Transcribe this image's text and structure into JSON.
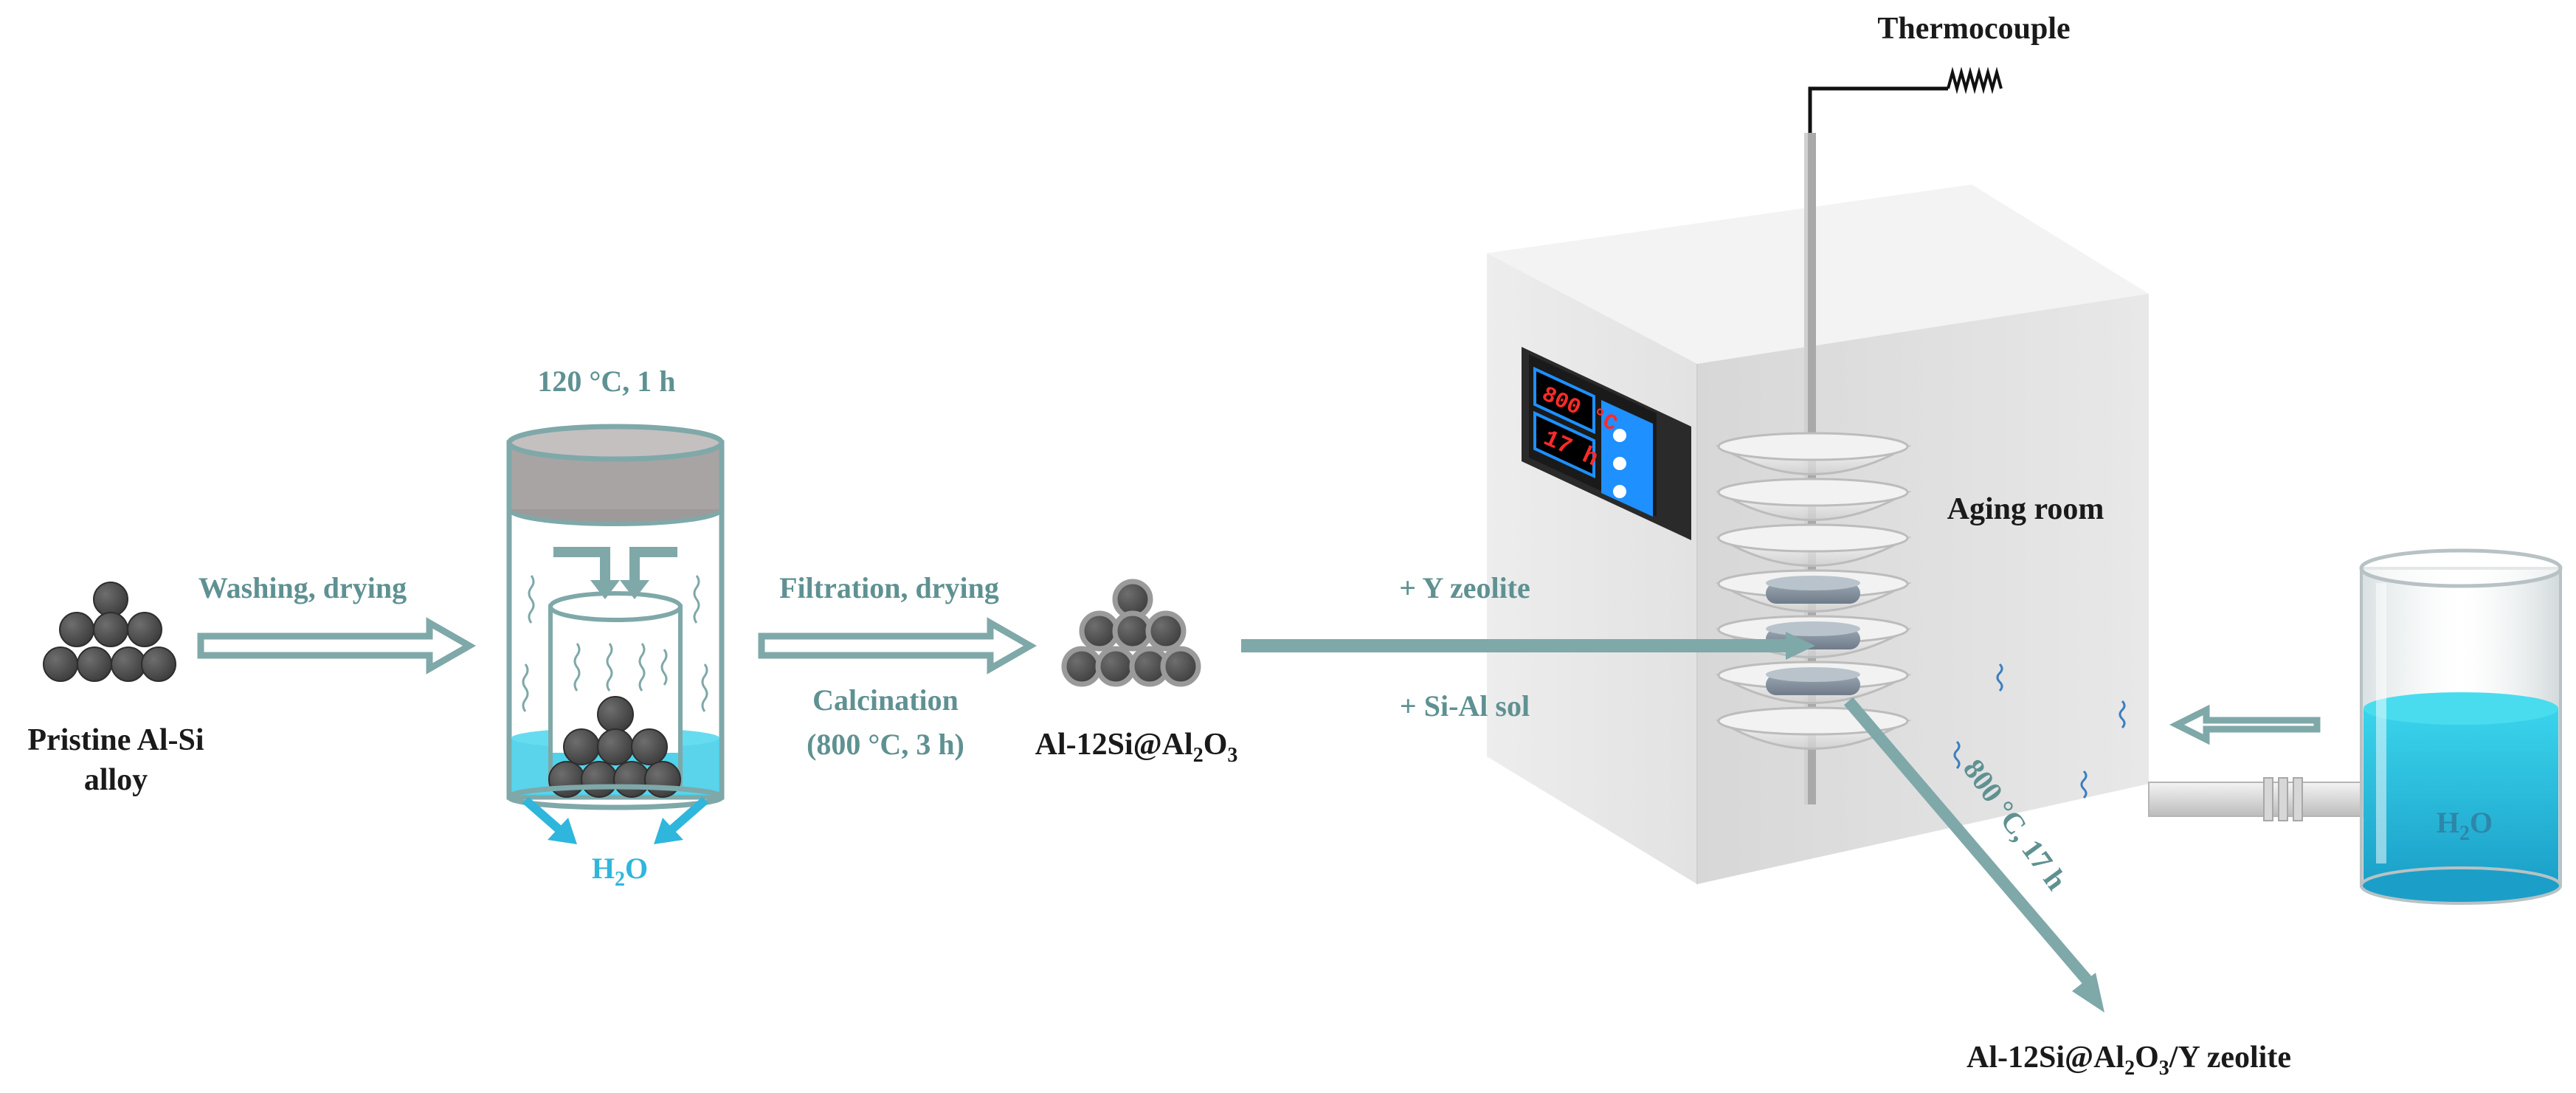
{
  "labels": {
    "pristine_line1": "Pristine Al-Si",
    "pristine_line2": "alloy",
    "washing": "Washing, drying",
    "temp_wash": "120 °C, 1 h",
    "h2o_drain_main": "H",
    "h2o_drain_sub": "2",
    "h2o_drain_tail": "O",
    "filtration": "Filtration, drying",
    "calcination": "Calcination",
    "calcination_cond": "(800 °C, 3 h)",
    "product1_a": "Al-12Si@Al",
    "product1_sub": "2",
    "product1_b": "O",
    "product1_sub2": "3",
    "y_zeolite": "+ Y zeolite",
    "si_al_sol": "+ Si-Al sol",
    "thermocouple": "Thermocouple",
    "aging_room": "Aging room",
    "aging_cond": "800 °C, 17 h",
    "beaker_h": "H",
    "beaker_sub": "2",
    "beaker_o": "O",
    "final_a": "Al-12Si@Al",
    "final_sub": "2",
    "final_b": "O",
    "final_sub2": "3",
    "final_c": "/Y zeolite"
  },
  "display": {
    "temperature": "800 °C",
    "time": "17 h"
  },
  "colors": {
    "arrow_teal": "#7fa8a9",
    "label_teal": "#5f9192",
    "water_cyan": "#2fb6dc",
    "particle_gray": "#4d4d4d",
    "box_gray": "#e5e5e5",
    "display_red": "#ff2a2a"
  }
}
